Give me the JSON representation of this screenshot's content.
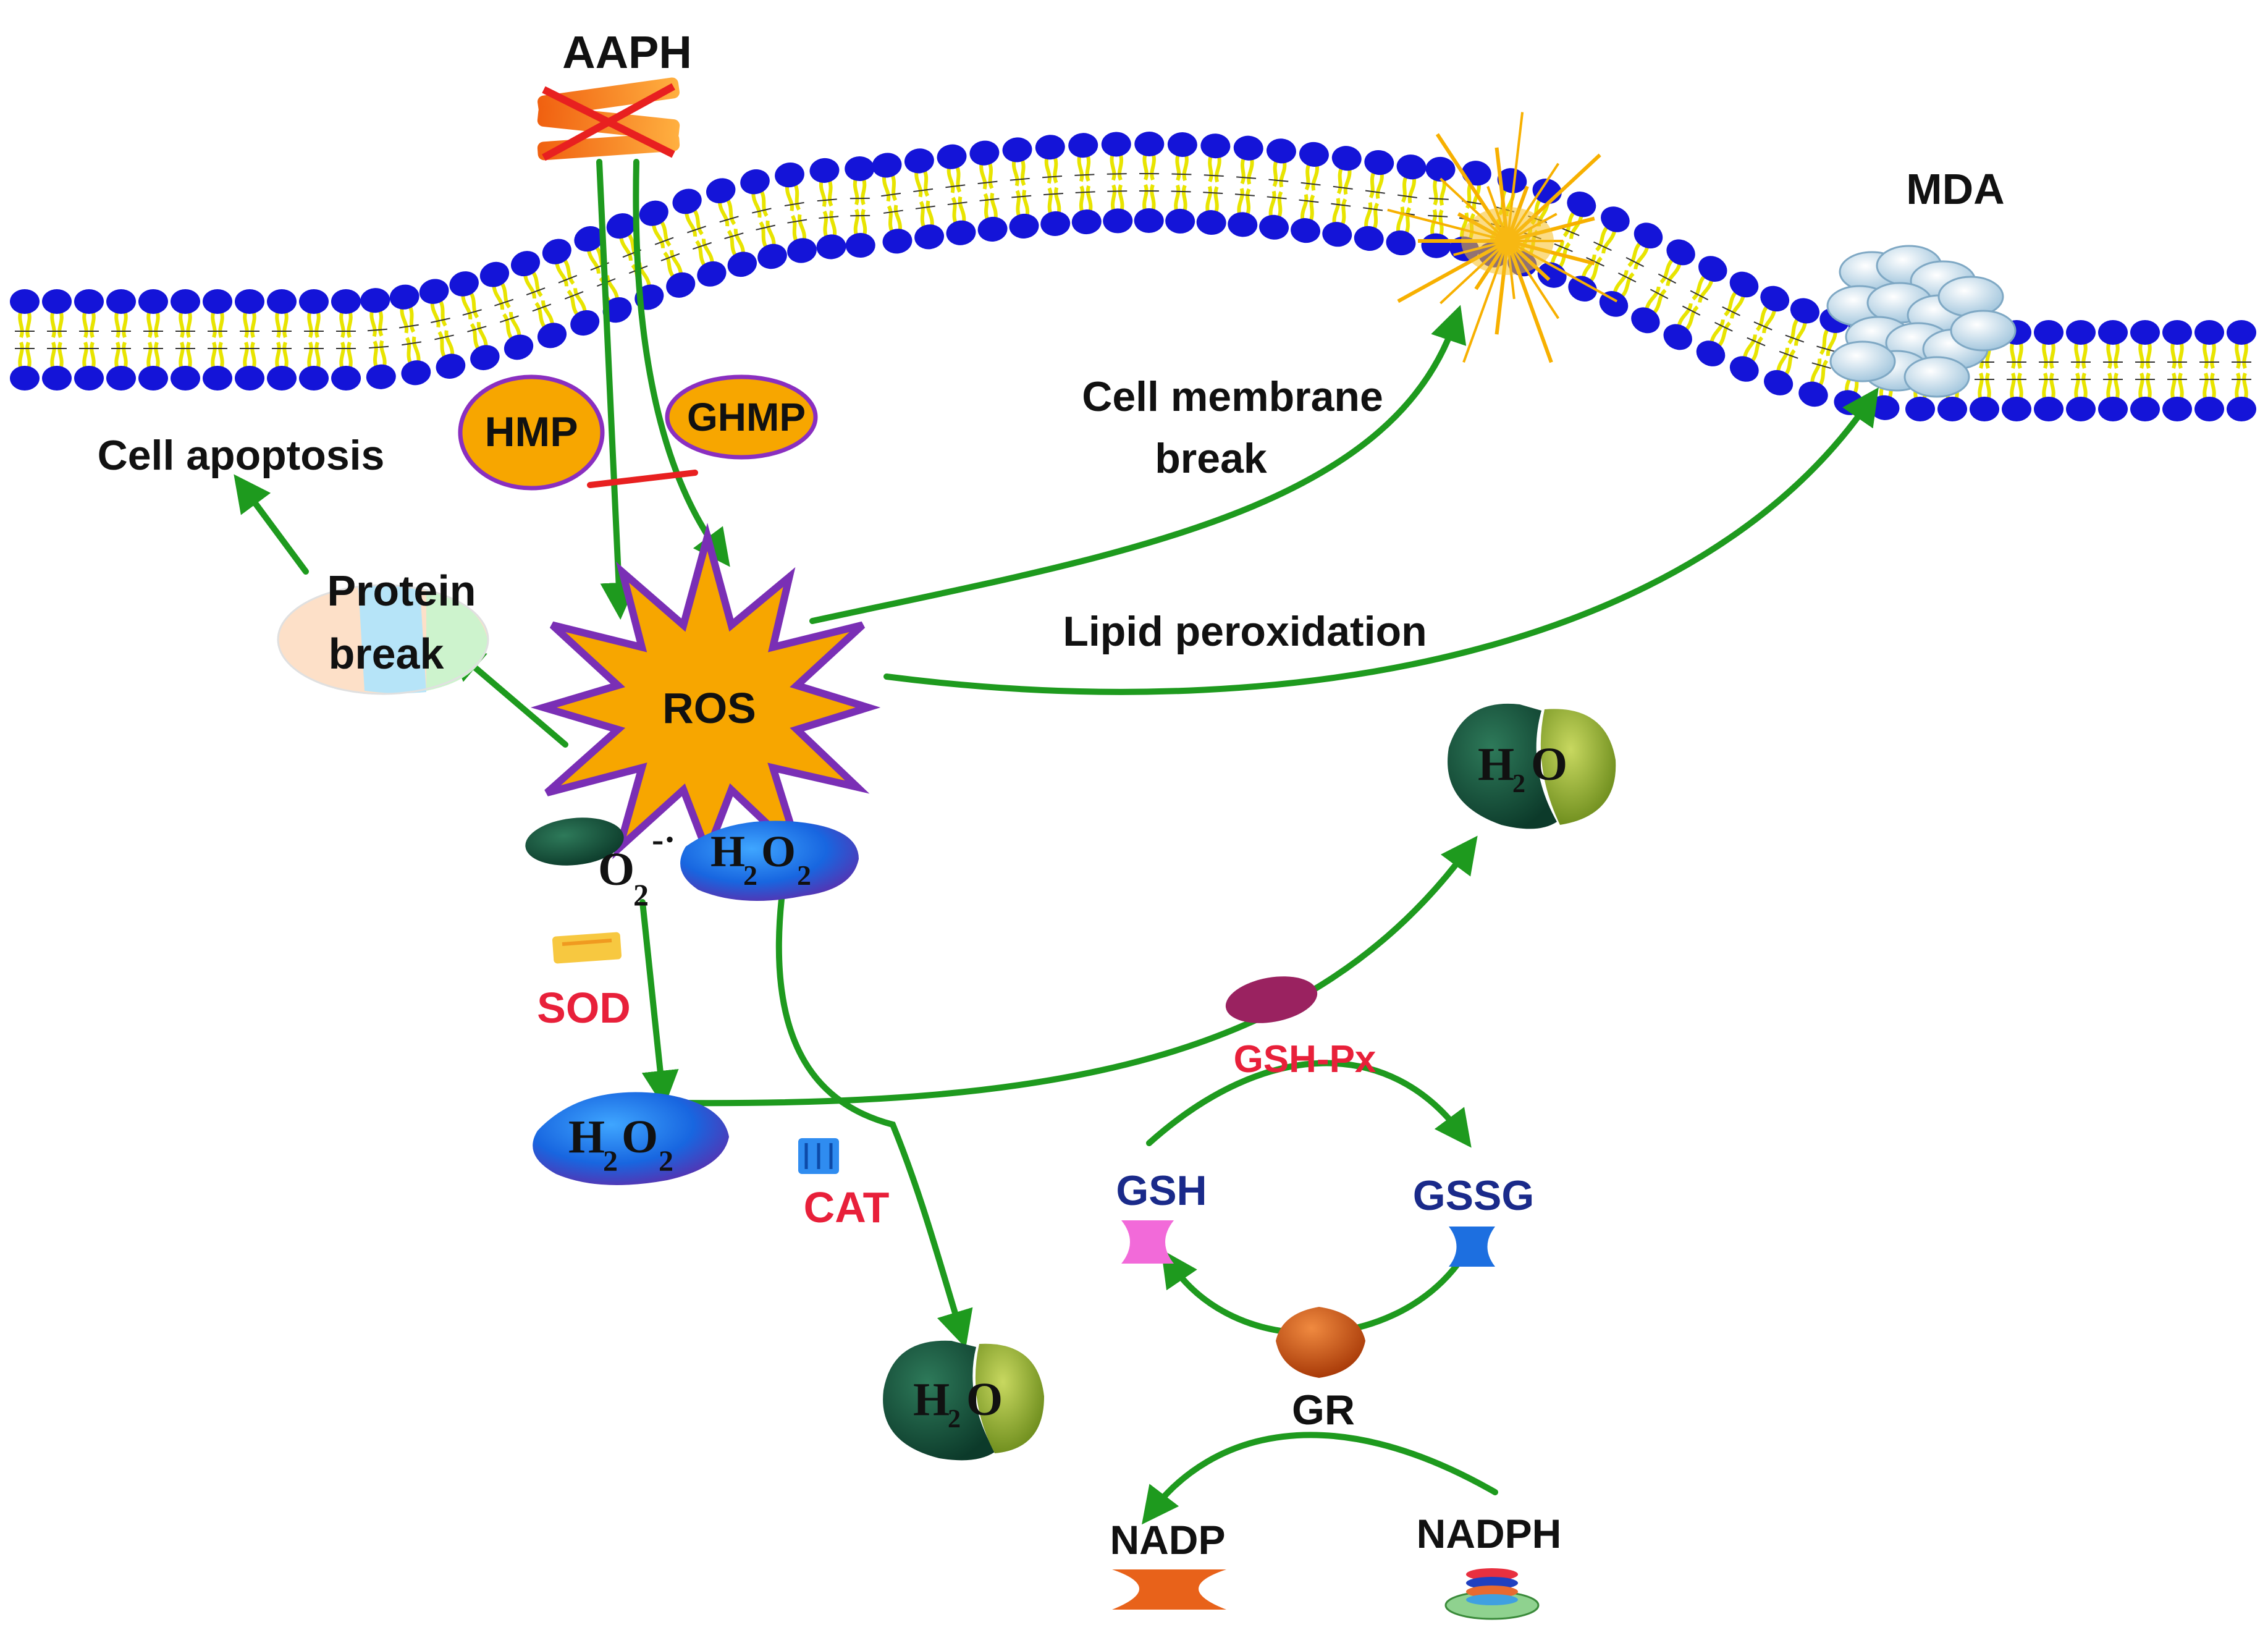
{
  "labels": {
    "aaph": "AAPH",
    "mda": "MDA",
    "hmp": "HMP",
    "ghmp": "GHMP",
    "cell_apoptosis": "Cell apoptosis",
    "protein": "Protein",
    "break_word": "break",
    "cell_membrane": "Cell membrane",
    "membrane_break": "break",
    "lipid_peroxidation": "Lipid peroxidation",
    "ros": "ROS",
    "sod": "SOD",
    "cat": "CAT",
    "gsh_px": "GSH-Px",
    "gsh": "GSH",
    "gssg": "GSSG",
    "gr": "GR",
    "nadp": "NADP",
    "nadph": "NADPH"
  },
  "chemistry": {
    "h_letter": "H",
    "o_letter": "O",
    "subscript_two": "2",
    "radical_mark": "-·"
  },
  "colors": {
    "arrow": "#1e9a1e",
    "enzyme_text": "#e8203a",
    "gsh_text": "#1a2a8a",
    "ros_fill": "#f7a600",
    "ros_outline": "#7a2fb5",
    "membrane_head": "#1414d8",
    "membrane_tail": "#e8e400",
    "inhibit_bar": "#e82020"
  }
}
